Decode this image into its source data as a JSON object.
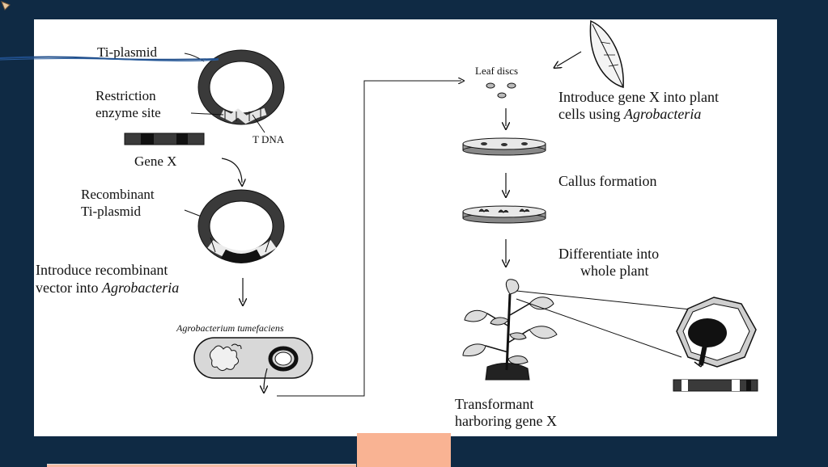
{
  "labels": {
    "ti_plasmid": "Ti-plasmid",
    "restriction_1": "Restriction",
    "restriction_2": "enzyme site",
    "t_dna": "T DNA",
    "gene_x": "Gene X",
    "recombinant_1": "Recombinant",
    "recombinant_2": "Ti-plasmid",
    "introduce_vector_1": "Introduce recombinant",
    "introduce_vector_2a": "vector into ",
    "introduce_vector_2b": "Agrobacteria",
    "agrobacterium": "Agrobacterium tumefaciens",
    "leaf_discs": "Leaf discs",
    "introduce_gene_1": "Introduce gene X into plant",
    "introduce_gene_2a": "cells using ",
    "introduce_gene_2b": "Agrobacteria",
    "callus": "Callus formation",
    "differentiate_1": "Differentiate into",
    "differentiate_2": "whole plant",
    "transformant_1": "Transformant",
    "transformant_2": "harboring gene X"
  },
  "colors": {
    "frame": "#0f2a44",
    "panel": "#ffffff",
    "ink": "#111111",
    "plasmid_ring": "#3a3a3a",
    "accent_block": "#f9b393"
  },
  "icons": {
    "leaf": "leaf-icon",
    "plant": "plant-icon",
    "cell": "plant-cell-icon",
    "bacterium": "bacterium-icon"
  }
}
